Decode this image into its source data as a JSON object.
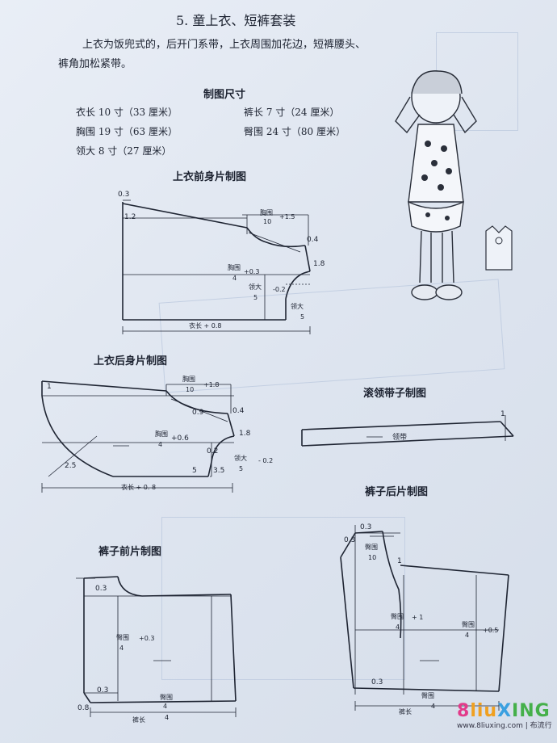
{
  "document": {
    "title": "5. 童上衣、短裤套装",
    "intro_line1": "上衣为饭兜式的，后开门系带，上衣周围加花边，短裤腰头、",
    "intro_line2": "裤角加松紧带。"
  },
  "measurements": {
    "heading": "制图尺寸",
    "items": [
      "衣长 10 寸（33 厘米）",
      "胸围 19 寸（63 厘米）",
      "领大 8 寸（27 厘米）",
      "裤长 7 寸（24 厘米）",
      "臀围 24 寸（80 厘米）"
    ]
  },
  "front_top": {
    "heading": "上衣前身片制图",
    "labels": {
      "n03": "0.3",
      "n12": "1.2",
      "yuanwei": "胸围",
      "yuanwei_frac": "10",
      "plus15": "+1.5",
      "n04": "0.4",
      "n18": "1.8",
      "chest": "胸围",
      "chest_frac": "4",
      "chest_plus": "+0.3",
      "collar": "领大",
      "collar_frac": "5",
      "collar_minus": "-0.2",
      "collar2": "领大",
      "collar2_frac": "5",
      "length": "衣长 + 0.8"
    }
  },
  "back_top": {
    "heading": "上衣后身片制图",
    "labels": {
      "n1": "1",
      "chest_top": "胸围",
      "chest_top_frac": "10",
      "plus18": "+1.8",
      "n09": "0.9",
      "n04": "0.4",
      "n18": "1.8",
      "chest": "胸围",
      "chest_frac": "4",
      "plus06": "+0.6",
      "n02": "0.2",
      "collar": "领大",
      "collar_frac": "5",
      "collar_minus": "- 0.2",
      "n25": "2.5",
      "n35": "3.5",
      "n5": "5",
      "length": "衣长 + 0. 8"
    }
  },
  "collar_band": {
    "heading": "滚领带子制图",
    "label": "领带",
    "n1": "1"
  },
  "pants_back": {
    "heading": "裤子后片制图",
    "labels": {
      "n03a": "0.3",
      "n03b": "0.3",
      "n1": "1",
      "hip_a": "臀围",
      "hip_a_frac": "10",
      "hip_b": "臀围",
      "hip_b_plus": "+ 1",
      "hip_b_frac": "4",
      "hip_c": "臀围",
      "hip_c_frac": "4",
      "hip_c_plus": "+0.5",
      "n03c": "0.3",
      "hip_bottom": "臀围",
      "length": "裤长",
      "length_frac": "4"
    }
  },
  "pants_front": {
    "heading": "裤子前片制图",
    "labels": {
      "n03a": "0.3",
      "hip": "臀围",
      "hip_frac": "4",
      "hip_plus": "+0.3",
      "n03b": "0.3",
      "n08": "0.8",
      "hip_bottom": "臀围",
      "hip_bottom_frac": "4",
      "length": "裤长",
      "length_frac": "4"
    }
  },
  "watermark": {
    "logo_a": "8",
    "logo_b": "liu",
    "logo_c": "X",
    "logo_d": "ING",
    "url": "www.8liuxing.com | 布流行"
  }
}
